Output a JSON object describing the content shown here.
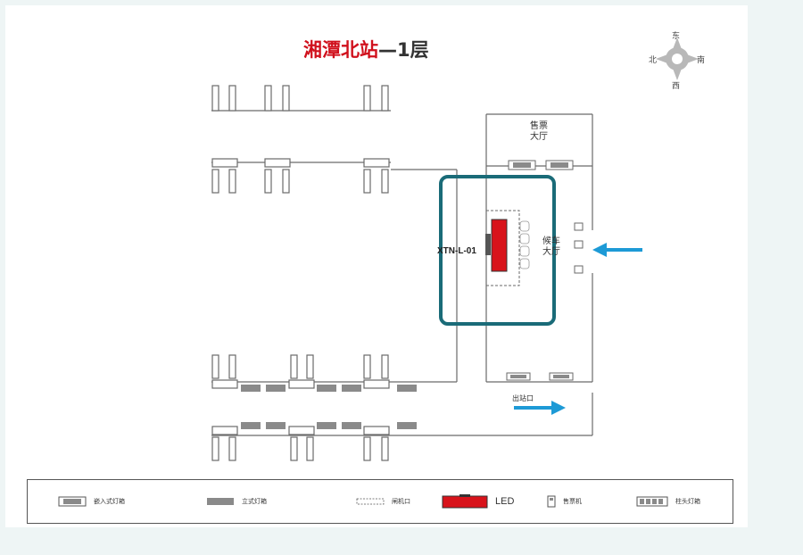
{
  "title": {
    "station": "湘潭北站",
    "floor": "—1层"
  },
  "compass": {
    "east": "东",
    "north": "北",
    "south": "南",
    "west": "西"
  },
  "areas": {
    "ticket_hall_line1": "售票",
    "ticket_hall_line2": "大厅",
    "waiting_hall_line1": "候车",
    "waiting_hall_line2": "大厅"
  },
  "highlight": {
    "code": "XTN-L-01",
    "color": "#1a6b78"
  },
  "exit": {
    "label": "出站口",
    "arrow_color": "#1d9ad6"
  },
  "entrance": {
    "arrow_color": "#1d9ad6"
  },
  "legend": [
    {
      "icon": "embedded-lightbox-icon",
      "label": "嵌入式灯箱"
    },
    {
      "icon": "standing-lightbox-icon",
      "label": "立式灯箱"
    },
    {
      "icon": "gate-icon",
      "label": "闸机口"
    },
    {
      "icon": "led-icon",
      "label": "LED"
    },
    {
      "icon": "ticket-machine-icon",
      "label": "售票机"
    },
    {
      "icon": "column-lightbox-icon",
      "label": "柱头灯箱"
    }
  ],
  "colors": {
    "led": "#d8131b",
    "title_accent": "#d0101c",
    "lightbox_gray": "#8a8a8a"
  }
}
